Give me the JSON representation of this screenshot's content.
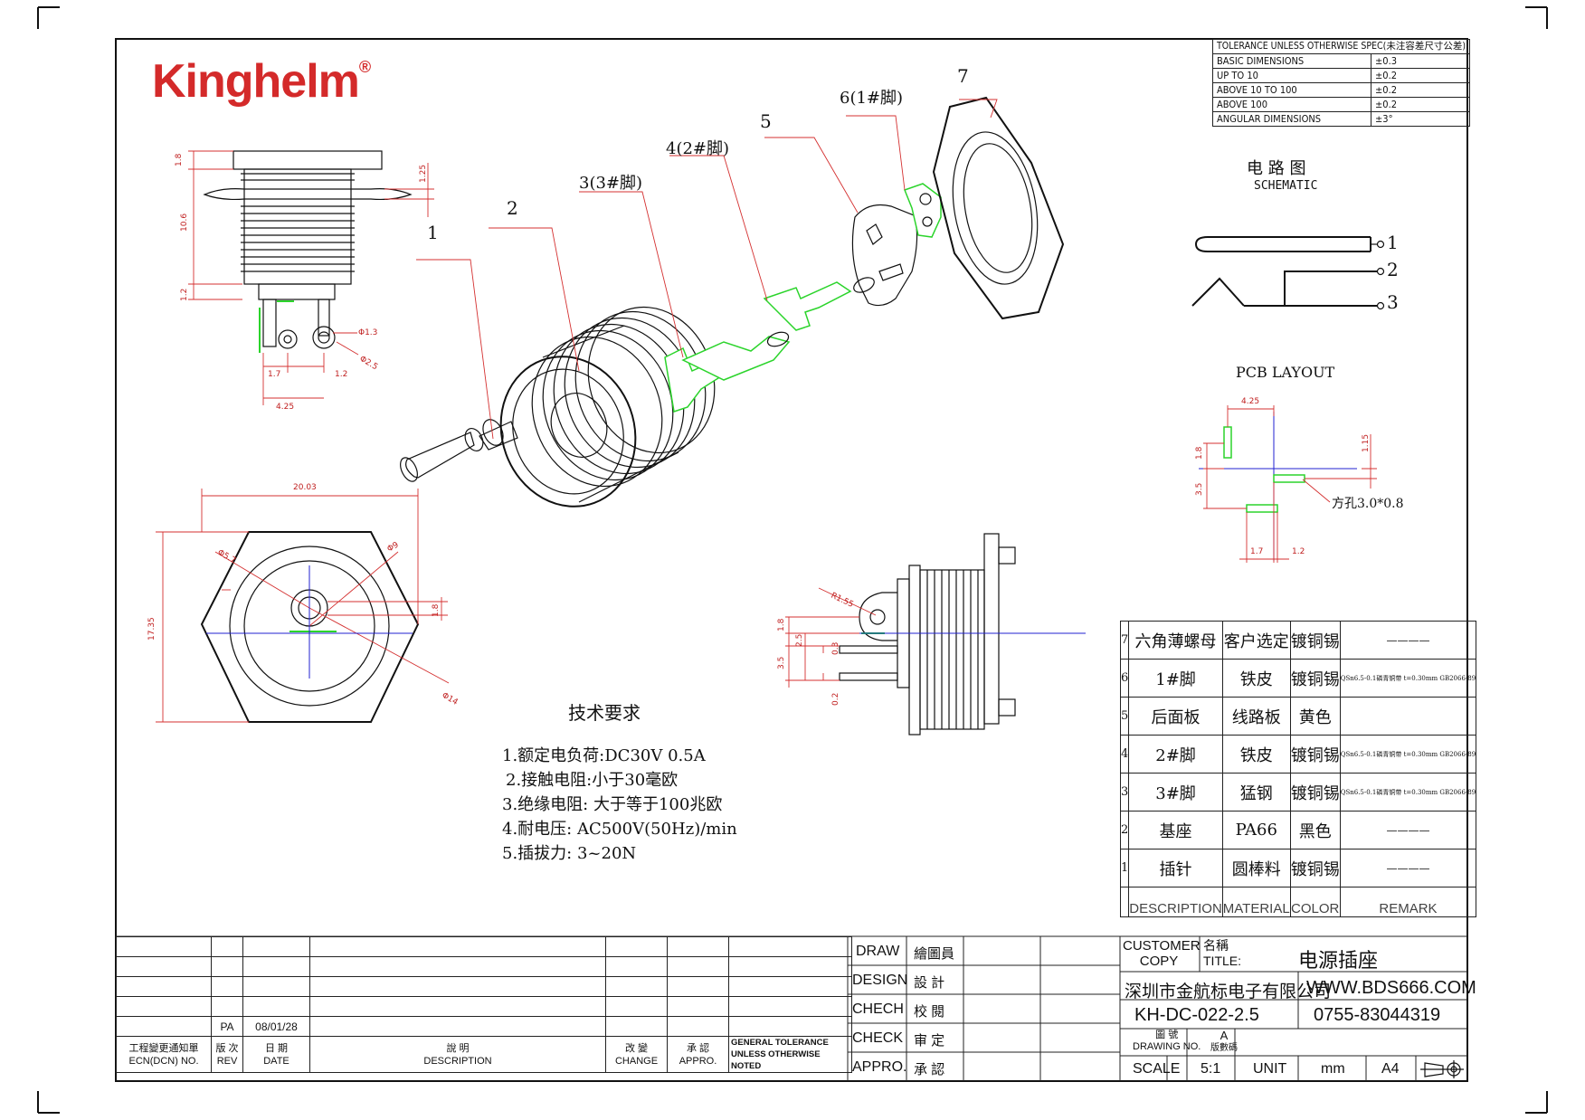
{
  "logo": {
    "text": "Kinghelm",
    "reg": "®"
  },
  "tolerance": {
    "header": "TOLERANCE UNLESS OTHERWISE SPEC(未注容差尺寸公差)",
    "rows": [
      {
        "label": "BASIC DIMENSIONS",
        "value": "±0.3"
      },
      {
        "label": "UP TO 10",
        "value": "±0.2"
      },
      {
        "label": "ABOVE 10 TO 100",
        "value": "±0.2"
      },
      {
        "label": "ABOVE 100",
        "value": "±0.2"
      },
      {
        "label": "ANGULAR DIMENSIONS",
        "value": "±3°"
      }
    ]
  },
  "schematic": {
    "title_cn": "电 路 图",
    "title_en": "SCHEMATIC",
    "pins": [
      "1",
      "2",
      "3"
    ]
  },
  "pcb_layout": {
    "title": "PCB LAYOUT",
    "dims": [
      "4.25",
      "1.8",
      "3.5",
      "1.15",
      "1.7",
      "1.2"
    ],
    "hole_note": "方孔3.0*0.8"
  },
  "callouts": [
    "1",
    "2",
    "3(3#脚)",
    "4(2#脚)",
    "5",
    "6(1#脚)",
    "7"
  ],
  "side_view_dims": [
    "1.8",
    "10.6",
    "1.2",
    "1.25",
    "Φ1.3",
    "Φ2.5",
    "1.7",
    "1.2",
    "4.25"
  ],
  "front_view_dims": [
    "20.03",
    "17.35",
    "Φ5.7",
    "Φ9",
    "1.8",
    "Φ14"
  ],
  "right_view_dims": [
    "R1.55",
    "1.8",
    "2.5",
    "3.5",
    "0.3",
    "0.2"
  ],
  "tech_requirements": {
    "title": "技术要求",
    "items": [
      "1.额定电负荷:DC30V  0.5A",
      "2.接触电阻:小于30毫欧",
      "3.绝缘电阻: 大于等于100兆欧",
      "4.耐电压: AC500V(50Hz)/min",
      "5.插拔力: 3~20N"
    ]
  },
  "bom": {
    "rows": [
      {
        "no": "7",
        "desc": "六角薄螺母",
        "mat": "客户选定",
        "color": "镀铜锡",
        "remark": "————"
      },
      {
        "no": "6",
        "desc": "1#脚",
        "mat": "铁皮",
        "color": "镀铜锡",
        "remark": "QSn6.5-0.1磷青铜带 t=0.30mm GB2066-89"
      },
      {
        "no": "5",
        "desc": "后面板",
        "mat": "线路板",
        "color": "黄色",
        "remark": ""
      },
      {
        "no": "4",
        "desc": "2#脚",
        "mat": "铁皮",
        "color": "镀铜锡",
        "remark": "QSn6.5-0.1磷青铜带 t=0.30mm GB2066-89"
      },
      {
        "no": "3",
        "desc": "3#脚",
        "mat": "猛钢",
        "color": "镀铜锡",
        "remark": "QSn6.5-0.1磷青铜带 t=0.30mm GB2066-89"
      },
      {
        "no": "2",
        "desc": "基座",
        "mat": "PA66",
        "color": "黑色",
        "remark": "————"
      },
      {
        "no": "1",
        "desc": "插针",
        "mat": "圆棒料",
        "color": "镀铜锡",
        "remark": "————"
      }
    ],
    "header": {
      "desc": "DESCRIPTION",
      "mat": "MATERIAL",
      "color": "COLOR",
      "remark": "REMARK"
    }
  },
  "title_block": {
    "customer": "CUSTOMER",
    "copy": "COPY",
    "name_label": "名稱",
    "title_label": "TITLE:",
    "title": "电源插座",
    "company": "深圳市金航标电子有限公司",
    "website": "WWW.BDS666.COM",
    "drawing_no": "KH-DC-022-2.5",
    "phone": "0755-83044319",
    "drawing_no_cn": "圖 號",
    "drawing_no_en": "DRAWING NO.",
    "version_value": "A",
    "version_cn": "版數碼",
    "scale_label": "SCALE",
    "scale_value": "5:1",
    "unit_label": "UNIT",
    "unit_value": "mm",
    "paper": "A4",
    "roles": [
      {
        "en": "DRAW",
        "cn": "繪圖員"
      },
      {
        "en": "DESIGN",
        "cn": "設 計"
      },
      {
        "en": "CHECH",
        "cn": "校 閱"
      },
      {
        "en": "CHECK",
        "cn": "审 定"
      },
      {
        "en": "APPRO.",
        "cn": "承 認"
      }
    ]
  },
  "revision": {
    "rev_value": "PA",
    "date_value": "08/01/28",
    "headers": {
      "ecn_cn": "工程變更通知單",
      "ecn_en": "ECN(DCN) NO.",
      "rev_cn": "版 次",
      "rev_en": "REV",
      "date_cn": "日 期",
      "date_en": "DATE",
      "desc_cn": "說 明",
      "desc_en": "DESCRIPTION",
      "change_cn": "改 變",
      "change_en": "CHANGE",
      "appro_cn": "承 認",
      "appro_en": "APPRO.",
      "gt1": "GENERAL TOLERANCE",
      "gt2": "UNLESS OTHERWISE NOTED"
    }
  }
}
